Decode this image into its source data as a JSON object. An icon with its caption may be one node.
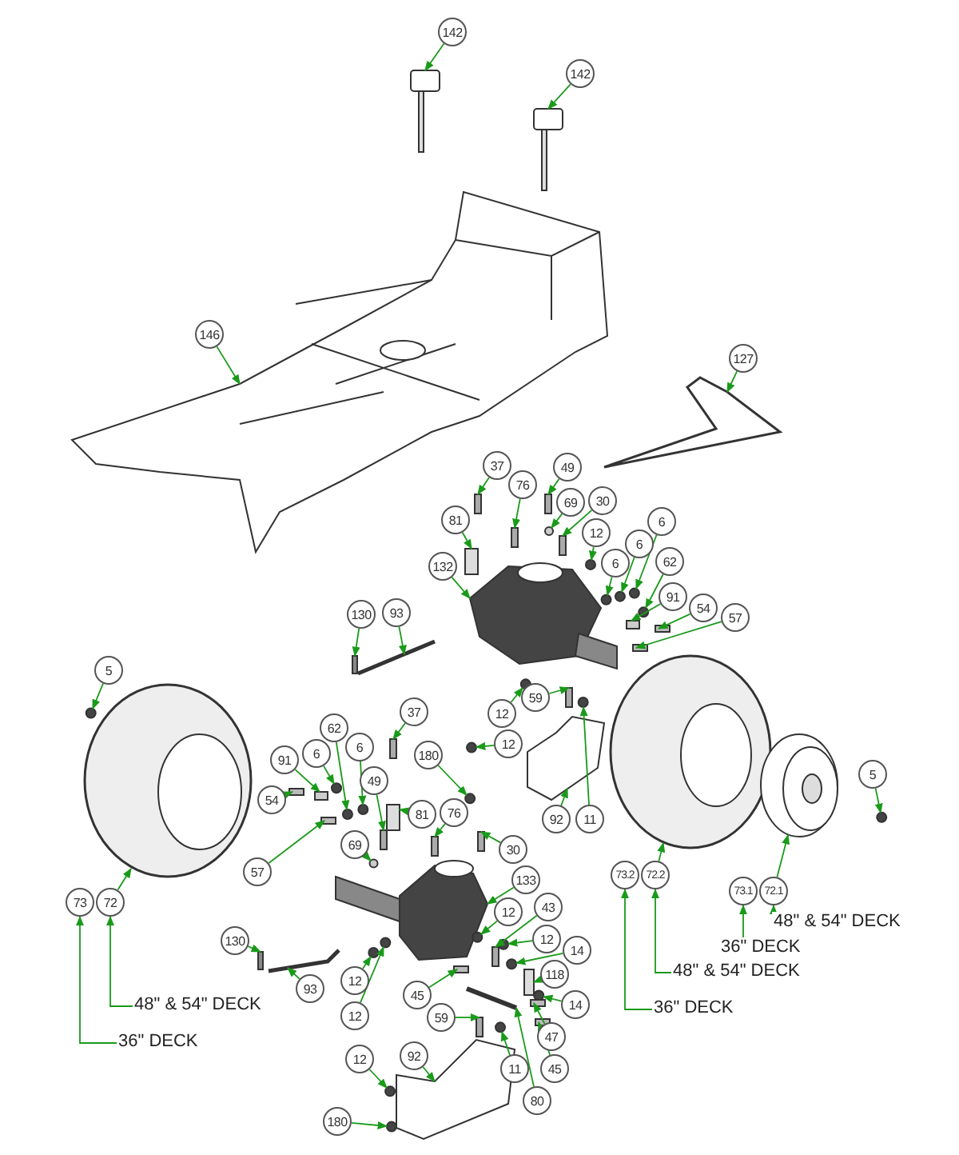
{
  "diagram": {
    "nodes": [
      {
        "text": [
          "142"
        ]
      },
      {
        "text": [
          "142"
        ]
      },
      {
        "text": [
          "146"
        ]
      },
      {
        "text": [
          "127"
        ]
      },
      {
        "text": [
          "37"
        ]
      },
      {
        "text": [
          "76"
        ]
      },
      {
        "text": [
          "49"
        ]
      },
      {
        "text": [
          "81"
        ]
      },
      {
        "text": [
          "69"
        ]
      },
      {
        "text": [
          "30"
        ]
      },
      {
        "text": [
          "12"
        ]
      },
      {
        "text": [
          "132"
        ]
      },
      {
        "text": [
          "6"
        ]
      },
      {
        "text": [
          "6"
        ]
      },
      {
        "text": [
          "6"
        ]
      },
      {
        "text": [
          "62"
        ]
      },
      {
        "text": [
          "91"
        ]
      },
      {
        "text": [
          "54"
        ]
      },
      {
        "text": [
          "57"
        ]
      },
      {
        "text": [
          "130"
        ]
      },
      {
        "text": [
          "93"
        ]
      },
      {
        "text": [
          "5"
        ]
      },
      {
        "text": [
          "59"
        ]
      },
      {
        "text": [
          "12"
        ]
      },
      {
        "text": [
          "12"
        ]
      },
      {
        "text": [
          "37"
        ]
      },
      {
        "text": [
          "180"
        ]
      },
      {
        "text": [
          "11"
        ]
      },
      {
        "text": [
          "92"
        ]
      },
      {
        "text": [
          "5"
        ]
      },
      {
        "text": [
          "91"
        ]
      },
      {
        "text": [
          "6"
        ]
      },
      {
        "text": [
          "62"
        ]
      },
      {
        "text": [
          "6"
        ]
      },
      {
        "text": [
          "54"
        ]
      },
      {
        "text": [
          "49"
        ]
      },
      {
        "text": [
          "81"
        ]
      },
      {
        "text": [
          "76"
        ]
      },
      {
        "text": [
          "30"
        ]
      },
      {
        "text": [
          "69"
        ]
      },
      {
        "text": [
          "57"
        ]
      },
      {
        "text": [
          "133"
        ]
      },
      {
        "text": [
          "12"
        ]
      },
      {
        "text": [
          "43"
        ]
      },
      {
        "text": [
          "12"
        ]
      },
      {
        "text": [
          "14"
        ]
      },
      {
        "text": [
          "118"
        ]
      },
      {
        "text": [
          "14"
        ]
      },
      {
        "text": [
          "47"
        ]
      },
      {
        "text": [
          "45"
        ]
      },
      {
        "text": [
          "11"
        ]
      },
      {
        "text": [
          "80"
        ]
      },
      {
        "text": [
          "59"
        ]
      },
      {
        "text": [
          "45"
        ]
      },
      {
        "text": [
          "12"
        ]
      },
      {
        "text": [
          "12"
        ]
      },
      {
        "text": [
          "130"
        ]
      },
      {
        "text": [
          "93"
        ]
      },
      {
        "text": [
          "12"
        ]
      },
      {
        "text": [
          "92"
        ]
      },
      {
        "text": [
          "180"
        ]
      },
      {
        "text": [
          "73"
        ]
      },
      {
        "text": [
          "72"
        ]
      },
      {
        "text": [
          "73.2"
        ]
      },
      {
        "text": [
          "72.2"
        ]
      },
      {
        "text": [
          "73.1"
        ]
      },
      {
        "text": [
          "72.1"
        ]
      },
      {
        "text": [
          "48\" & 54\" DECK"
        ]
      },
      {
        "text": [
          "36\" DECK"
        ]
      },
      {
        "text": [
          "48\" & 54\" DECK"
        ]
      },
      {
        "text": [
          "36\" DECK"
        ]
      },
      {
        "text": [
          "48\" & 54\" DECK"
        ]
      },
      {
        "text": [
          "36\" DECK"
        ]
      },
      {
        "text": [],
        "shape": "picture"
      },
      {
        "text": [],
        "shape": "picture"
      },
      {
        "text": [],
        "shape": "picture"
      },
      {
        "text": [],
        "shape": "picture"
      },
      {
        "text": [],
        "shape": "box"
      },
      {
        "text": [],
        "shape": "box"
      },
      {
        "text": [],
        "shape": "box"
      },
      {
        "text": [],
        "shape": "box"
      },
      {
        "text": [],
        "shape": "circle"
      },
      {
        "text": [],
        "shape": "box"
      },
      {
        "text": [],
        "shape": "circle"
      },
      {
        "text": [],
        "shape": "picture"
      },
      {
        "text": [],
        "shape": "circle"
      },
      {
        "text": [],
        "shape": "circle"
      },
      {
        "text": [],
        "shape": "circle"
      },
      {
        "text": [],
        "shape": "circle"
      },
      {
        "text": [],
        "shape": "box"
      },
      {
        "text": [],
        "shape": "box"
      },
      {
        "text": [],
        "shape": "box"
      },
      {
        "text": [],
        "shape": "box"
      },
      {
        "text": [],
        "shape": "picture"
      },
      {
        "text": [],
        "shape": "circle"
      },
      {
        "text": [],
        "shape": "box"
      },
      {
        "text": [],
        "shape": "circle"
      },
      {
        "text": [],
        "shape": "circle"
      },
      {
        "text": [],
        "shape": "box"
      },
      {
        "text": [],
        "shape": "circle"
      },
      {
        "text": [],
        "shape": "circle"
      },
      {
        "text": [],
        "shape": "picture"
      },
      {
        "text": [],
        "shape": "circle"
      },
      {
        "text": [],
        "shape": "box"
      },
      {
        "text": [],
        "shape": "circle"
      },
      {
        "text": [],
        "shape": "circle"
      },
      {
        "text": [],
        "shape": "circle"
      },
      {
        "text": [],
        "shape": "box"
      },
      {
        "text": [],
        "shape": "box"
      },
      {
        "text": [],
        "shape": "box"
      },
      {
        "text": [],
        "shape": "box"
      },
      {
        "text": [],
        "shape": "box"
      },
      {
        "text": [],
        "shape": "circle"
      },
      {
        "text": [],
        "shape": "box"
      },
      {
        "text": [],
        "shape": "picture"
      },
      {
        "text": [],
        "shape": "circle"
      },
      {
        "text": [],
        "shape": "box"
      },
      {
        "text": [],
        "shape": "circle"
      },
      {
        "text": [],
        "shape": "circle"
      },
      {
        "text": [],
        "shape": "box"
      },
      {
        "text": [],
        "shape": "circle"
      },
      {
        "text": [],
        "shape": "box"
      },
      {
        "text": [],
        "shape": "box"
      },
      {
        "text": [],
        "shape": "circle"
      },
      {
        "text": [],
        "shape": "picture"
      },
      {
        "text": [],
        "shape": "box"
      },
      {
        "text": [],
        "shape": "box"
      },
      {
        "text": [],
        "shape": "circle"
      },
      {
        "text": [],
        "shape": "circle"
      },
      {
        "text": [],
        "shape": "box"
      },
      {
        "text": [],
        "shape": "picture"
      },
      {
        "text": [],
        "shape": "circle"
      },
      {
        "text": [],
        "shape": "picture"
      },
      {
        "text": [],
        "shape": "circle"
      },
      {
        "text": [],
        "shape": "picture"
      },
      {
        "text": [],
        "shape": "picture"
      },
      {
        "text": [],
        "shape": "picture"
      }
    ],
    "edges": [
      {
        "from": 0,
        "to": 73,
        "arrow": "to"
      },
      {
        "from": 1,
        "to": 74,
        "arrow": "to"
      },
      {
        "from": 2,
        "to": 75,
        "arrow": "to"
      },
      {
        "from": 3,
        "to": 76,
        "arrow": "to"
      },
      {
        "from": 4,
        "to": 77,
        "arrow": "to"
      },
      {
        "from": 5,
        "to": 78,
        "arrow": "to"
      },
      {
        "from": 6,
        "to": 79,
        "arrow": "to"
      },
      {
        "from": 7,
        "to": 80,
        "arrow": "to"
      },
      {
        "from": 8,
        "to": 81,
        "arrow": "to"
      },
      {
        "from": 9,
        "to": 82,
        "arrow": "to"
      },
      {
        "from": 10,
        "to": 83,
        "arrow": "to"
      },
      {
        "from": 11,
        "to": 84,
        "arrow": "to"
      },
      {
        "from": 12,
        "to": 85,
        "arrow": "to"
      },
      {
        "from": 13,
        "to": 86,
        "arrow": "to"
      },
      {
        "from": 14,
        "to": 87,
        "arrow": "to"
      },
      {
        "from": 15,
        "to": 88,
        "arrow": "to"
      },
      {
        "from": 16,
        "to": 89,
        "arrow": "to"
      },
      {
        "from": 17,
        "to": 90,
        "arrow": "to"
      },
      {
        "from": 18,
        "to": 91,
        "arrow": "to"
      },
      {
        "from": 19,
        "to": 92,
        "arrow": "to"
      },
      {
        "from": 20,
        "to": 93,
        "arrow": "to"
      },
      {
        "from": 21,
        "to": 94,
        "arrow": "to"
      },
      {
        "from": 22,
        "to": 95,
        "arrow": "to"
      },
      {
        "from": 23,
        "to": 96,
        "arrow": "to"
      },
      {
        "from": 24,
        "to": 97,
        "arrow": "to"
      },
      {
        "from": 25,
        "to": 98,
        "arrow": "to"
      },
      {
        "from": 26,
        "to": 99,
        "arrow": "to"
      },
      {
        "from": 27,
        "to": 100,
        "arrow": "to"
      },
      {
        "from": 28,
        "to": 101,
        "arrow": "to"
      },
      {
        "from": 29,
        "to": 102,
        "arrow": "to"
      },
      {
        "from": 30,
        "to": 103,
        "arrow": "to"
      },
      {
        "from": 31,
        "to": 104,
        "arrow": "to"
      },
      {
        "from": 32,
        "to": 105,
        "arrow": "to"
      },
      {
        "from": 33,
        "to": 106,
        "arrow": "to"
      },
      {
        "from": 34,
        "to": 107,
        "arrow": "to"
      },
      {
        "from": 35,
        "to": 108,
        "arrow": "to"
      },
      {
        "from": 36,
        "to": 109,
        "arrow": "to"
      },
      {
        "from": 37,
        "to": 110,
        "arrow": "to"
      },
      {
        "from": 38,
        "to": 111,
        "arrow": "to"
      },
      {
        "from": 39,
        "to": 112,
        "arrow": "to"
      },
      {
        "from": 40,
        "to": 113,
        "arrow": "to"
      },
      {
        "from": 41,
        "to": 114,
        "arrow": "to"
      },
      {
        "from": 42,
        "to": 115,
        "arrow": "to"
      },
      {
        "from": 43,
        "to": 116,
        "arrow": "to"
      },
      {
        "from": 44,
        "to": 117,
        "arrow": "to"
      },
      {
        "from": 45,
        "to": 118,
        "arrow": "to"
      },
      {
        "from": 46,
        "to": 119,
        "arrow": "to"
      },
      {
        "from": 47,
        "to": 120,
        "arrow": "to"
      },
      {
        "from": 48,
        "to": 121,
        "arrow": "to"
      },
      {
        "from": 49,
        "to": 122,
        "arrow": "to"
      },
      {
        "from": 50,
        "to": 123,
        "arrow": "to"
      },
      {
        "from": 51,
        "to": 124,
        "arrow": "to"
      },
      {
        "from": 52,
        "to": 125,
        "arrow": "to"
      },
      {
        "from": 53,
        "to": 126,
        "arrow": "to"
      },
      {
        "from": 54,
        "to": 127,
        "arrow": "to"
      },
      {
        "from": 55,
        "to": 128,
        "arrow": "to"
      },
      {
        "from": 56,
        "to": 129,
        "arrow": "to"
      },
      {
        "from": 57,
        "to": 130,
        "arrow": "to"
      },
      {
        "from": 58,
        "to": 131,
        "arrow": "to"
      },
      {
        "from": 59,
        "to": 132,
        "arrow": "to"
      },
      {
        "from": 60,
        "to": 133,
        "arrow": "to"
      },
      {
        "from": 62,
        "to": 134,
        "arrow": "to"
      },
      {
        "from": 64,
        "to": 135,
        "arrow": "to"
      },
      {
        "from": 66,
        "to": 136,
        "arrow": "to"
      },
      {
        "from": 67,
        "to": 62,
        "arrow": "to"
      },
      {
        "from": 68,
        "to": 61,
        "arrow": "to"
      },
      {
        "from": 69,
        "to": 64,
        "arrow": "to"
      },
      {
        "from": 70,
        "to": 63,
        "arrow": "to"
      },
      {
        "from": 71,
        "to": 66,
        "arrow": "to"
      },
      {
        "from": 72,
        "to": 65,
        "arrow": "to"
      }
    ]
  }
}
